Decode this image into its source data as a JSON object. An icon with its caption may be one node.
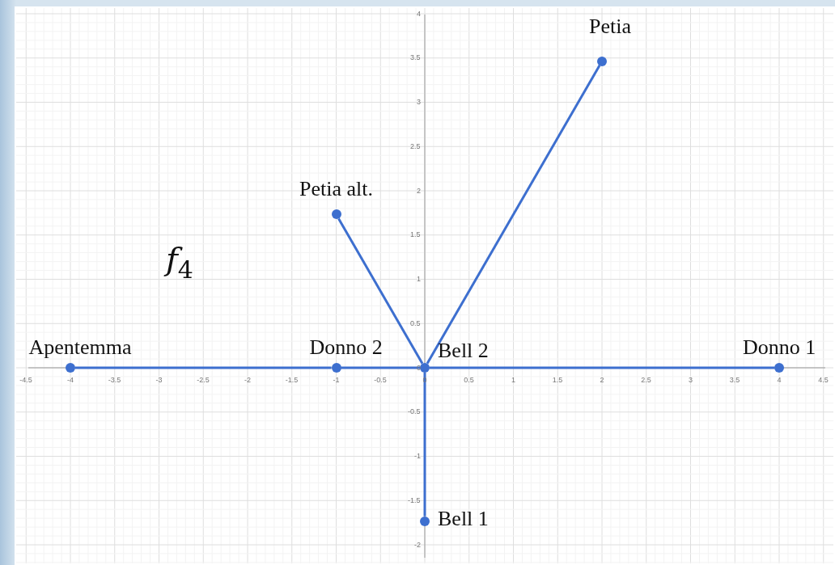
{
  "diagram": {
    "nodes": [
      {
        "text": [],
        "shape": "circle",
        "beside": [
          "Petia"
        ]
      },
      {
        "text": [],
        "shape": "circle",
        "beside": [
          "Petia alt."
        ]
      },
      {
        "text": [],
        "shape": "circle",
        "beside": [
          "Apentemma"
        ]
      },
      {
        "text": [],
        "shape": "circle",
        "beside": [
          "Donno 2"
        ]
      },
      {
        "text": [],
        "shape": "circle",
        "beside": [
          "Bell 2"
        ]
      },
      {
        "text": [],
        "shape": "circle",
        "beside": [
          "Donno 1"
        ]
      },
      {
        "text": [],
        "shape": "circle",
        "beside": [
          "Bell 1"
        ]
      }
    ],
    "edges": [
      {
        "from": 2,
        "to": 3,
        "arrow": "none"
      },
      {
        "from": 3,
        "to": 4,
        "arrow": "none"
      },
      {
        "from": 4,
        "to": 5,
        "arrow": "none"
      },
      {
        "from": 4,
        "to": 0,
        "arrow": "none"
      },
      {
        "from": 4,
        "to": 1,
        "arrow": "none"
      },
      {
        "from": 4,
        "to": 6,
        "arrow": "none"
      }
    ],
    "labels": [
      "4",
      "3.5",
      "3",
      "2.5",
      "2",
      "1.5",
      "*f*$_{4}$",
      "1",
      "0.5",
      "0",
      "-4.5",
      "-4",
      "-3.5",
      "-3",
      "-2.5",
      "-2",
      "-1.5",
      "-1",
      "-0.5",
      "0",
      "0.5",
      "1",
      "1.5",
      "2",
      "2.5",
      "3",
      "3.5",
      "4",
      "4.5",
      "-0.5",
      "-1",
      "-1.5",
      "-2"
    ]
  }
}
